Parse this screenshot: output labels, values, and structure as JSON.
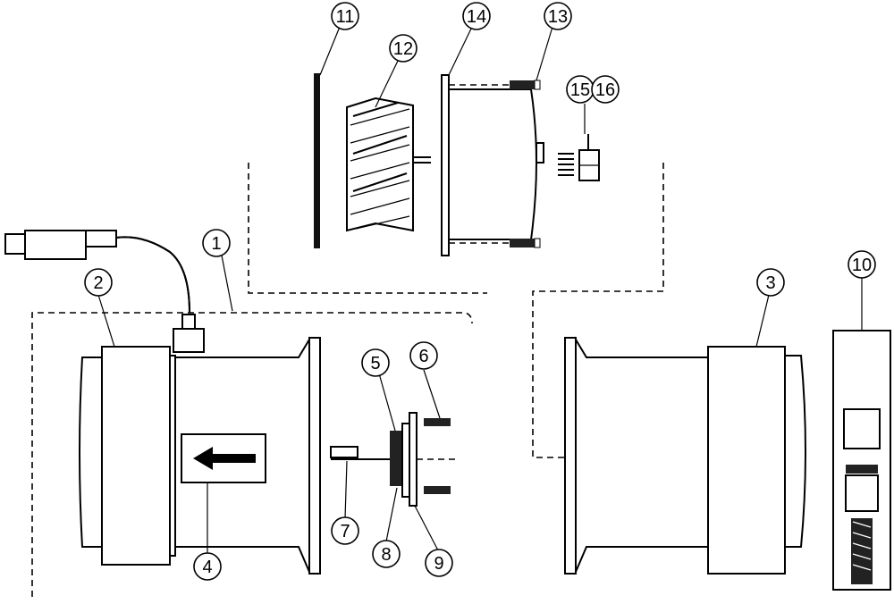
{
  "callouts": [
    "1",
    "2",
    "3",
    "4",
    "5",
    "6",
    "7",
    "8",
    "9",
    "10",
    "11",
    "12",
    "13",
    "14",
    "15",
    "16"
  ],
  "arrow_direction": "left"
}
